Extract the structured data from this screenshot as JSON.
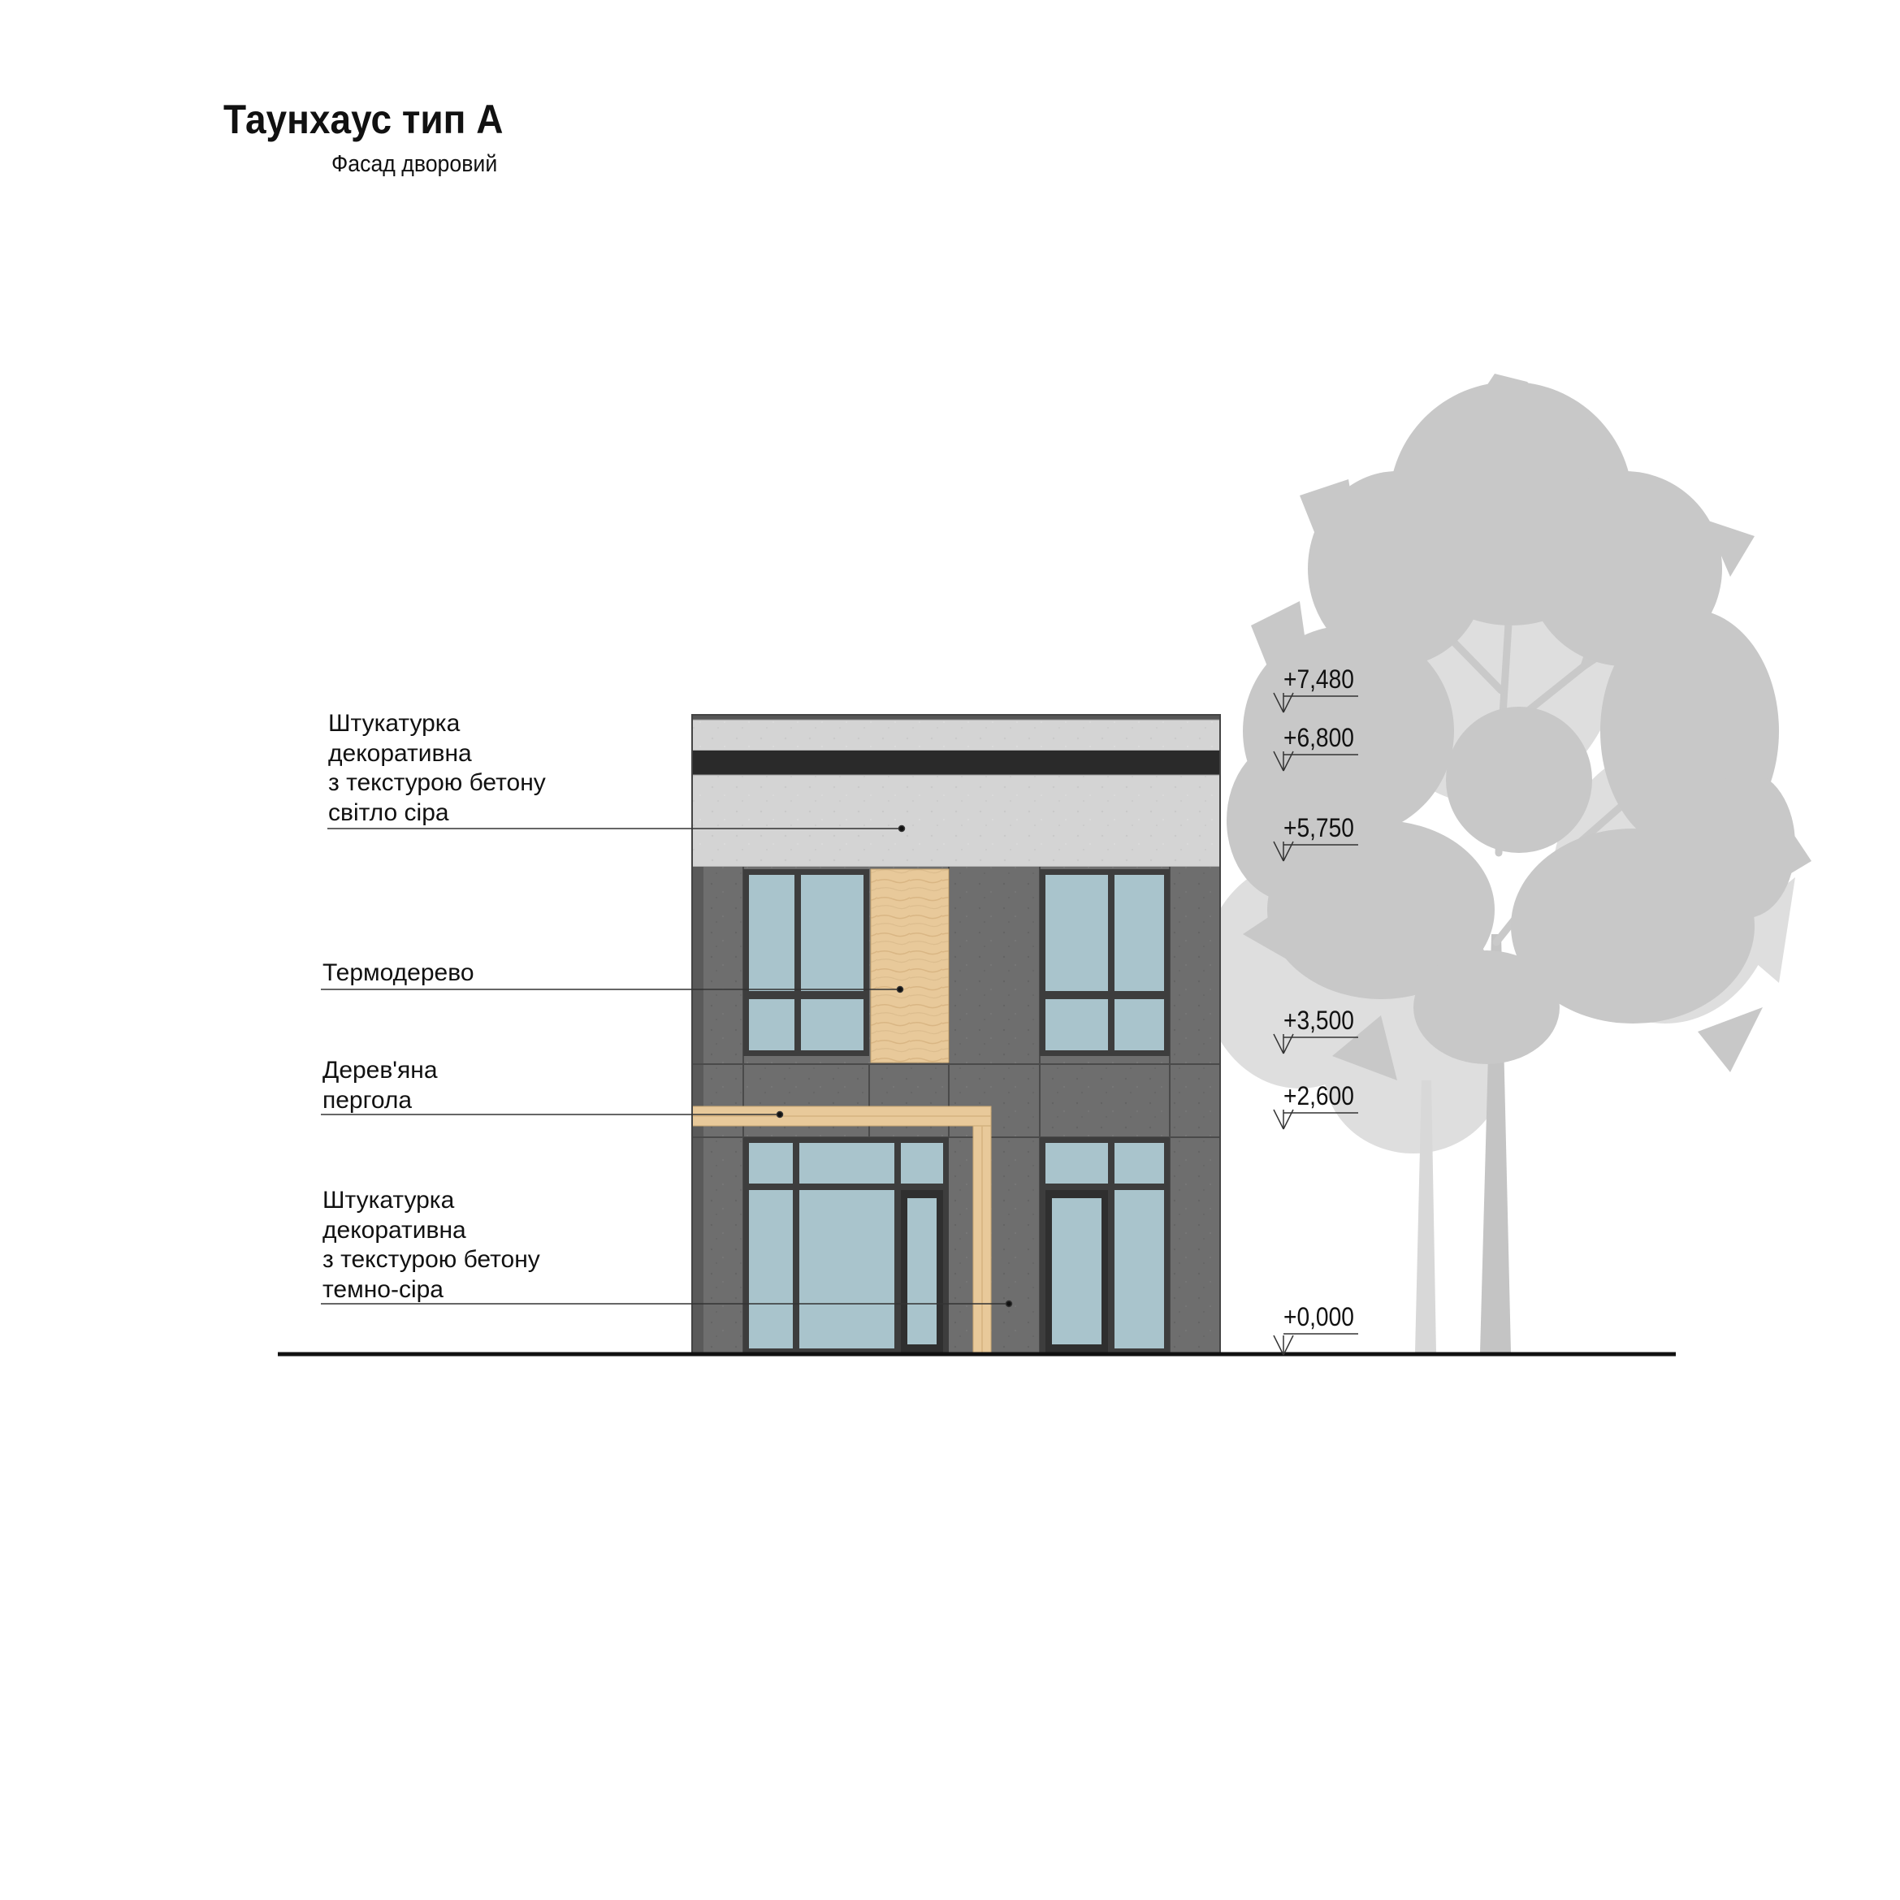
{
  "sheet": {
    "title": "Таунхаус тип А",
    "subtitle": "Фасад дворовий"
  },
  "callouts": [
    {
      "lines": [
        "Штукатурка",
        "декоративна",
        "з текстурою бетону",
        "світло сіра"
      ]
    },
    {
      "lines": [
        "Термодерево"
      ]
    },
    {
      "lines": [
        "Дерев'яна",
        "пергола"
      ]
    },
    {
      "lines": [
        "Штукатурка",
        "декоративна",
        "з текстурою бетону",
        "темно-сіра"
      ]
    }
  ],
  "levels": [
    "+7,480",
    "+6,800",
    "+5,750",
    "+3,500",
    "+2,600",
    "+0,000"
  ],
  "colors": {
    "light_plaster": "#d6d6d6",
    "dark_plaster": "#6e6e6e",
    "thermowood": "#e8c99a",
    "glass": "#a9c4cc",
    "frame": "#3d3d3d",
    "tree": "#c8c8c8",
    "tree_light": "#dedede"
  }
}
